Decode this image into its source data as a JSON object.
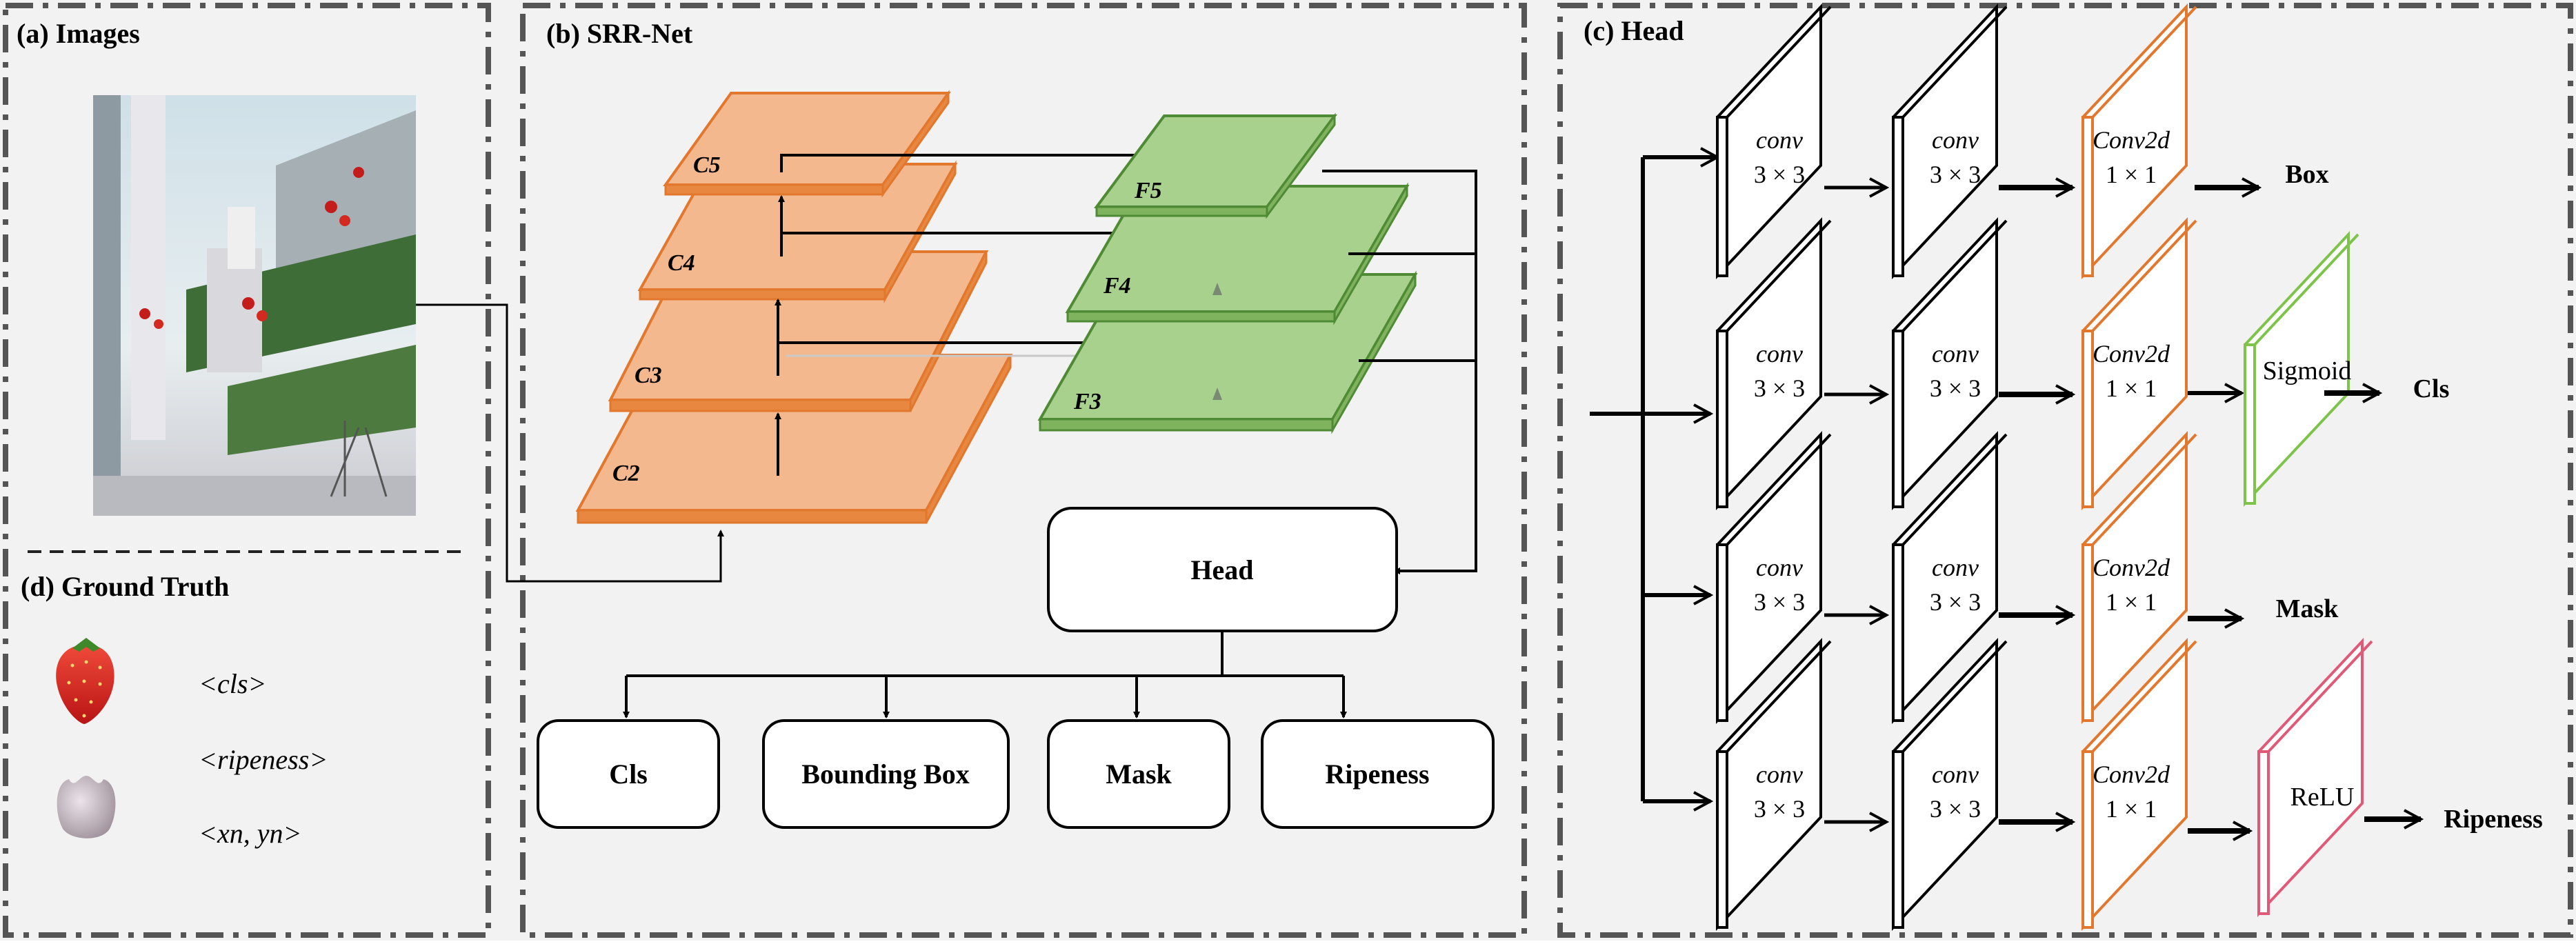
{
  "panels": {
    "images": {
      "title": "(a)  Images"
    },
    "srrnet": {
      "title": "(b) SRR-Net"
    },
    "head": {
      "title": "(c) Head"
    },
    "ground_truth": {
      "title": "(d) Ground Truth"
    }
  },
  "ground_truth": {
    "cls_tag": "<cls>",
    "ripeness_tag": "<ripeness>",
    "coords_tag": "<xn, yn>"
  },
  "srrnet": {
    "backbone_layers": [
      "C5",
      "C4",
      "C3",
      "C2"
    ],
    "fpn_layers": [
      "F5",
      "F4",
      "F3"
    ],
    "head_label": "Head",
    "outputs": [
      "Cls",
      "Bounding Box",
      "Mask",
      "Ripeness"
    ]
  },
  "head": {
    "conv_word": "conv",
    "conv_size": "3 × 3",
    "conv2d_word": "Conv2d",
    "conv2d_size": "1 × 1",
    "sigmoid_label": "Sigmoid",
    "relu_label": "ReLU",
    "branch_outputs": [
      "Box",
      "Cls",
      "Mask",
      "Ripeness"
    ]
  },
  "colors": {
    "background": "#f2f2f2",
    "orange_fill": "#f4b88f",
    "orange_stroke": "#e2772e",
    "green_fill": "#a9d18e",
    "green_stroke": "#4f8a34",
    "sigmoid_green": "#7ec34a",
    "relu_pink": "#e05a78",
    "border": "#555555"
  }
}
